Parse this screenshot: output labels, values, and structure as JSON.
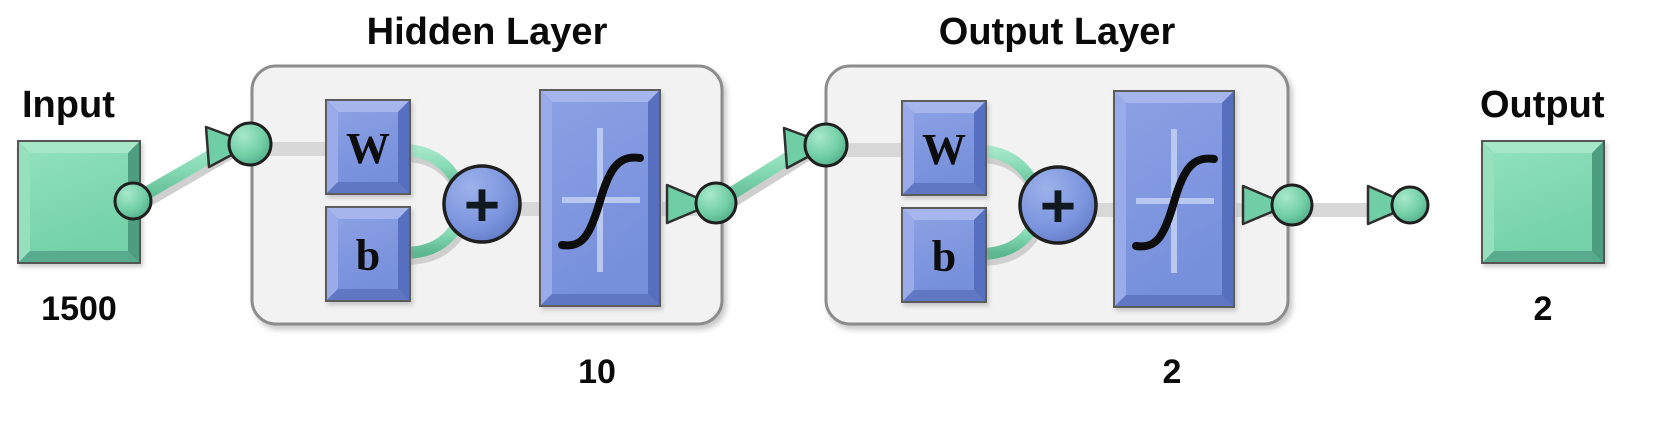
{
  "diagram": {
    "type": "neural-network-architecture",
    "tool": "MATLAB Neural Network Toolbox view",
    "input": {
      "title": "Input",
      "count": "1500"
    },
    "output": {
      "title": "Output",
      "count": "2"
    },
    "layers": [
      {
        "id": "hidden",
        "title": "Hidden Layer",
        "count": "10",
        "weight_label": "W",
        "bias_label": "b",
        "sum_label": "+",
        "transfer_function": "tansig-sigmoid-curve"
      },
      {
        "id": "output",
        "title": "Output Layer",
        "count": "2",
        "weight_label": "W",
        "bias_label": "b",
        "sum_label": "+",
        "transfer_function": "tansig-sigmoid-curve"
      }
    ],
    "colors": {
      "green_face": "#7fd9b2",
      "green_light": "#9ce4c4",
      "green_dark": "#4fa183",
      "green_edge": "#3f8e72",
      "blue_face": "#7d96e0",
      "blue_light": "#93a8e8",
      "blue_dark": "#5a70bd",
      "blue_edge": "#4a5fa8",
      "panel_fill": "#f2f2f2",
      "panel_border": "#8c8c8c",
      "background": "#ffffff",
      "text": "#0a0a0a"
    }
  }
}
